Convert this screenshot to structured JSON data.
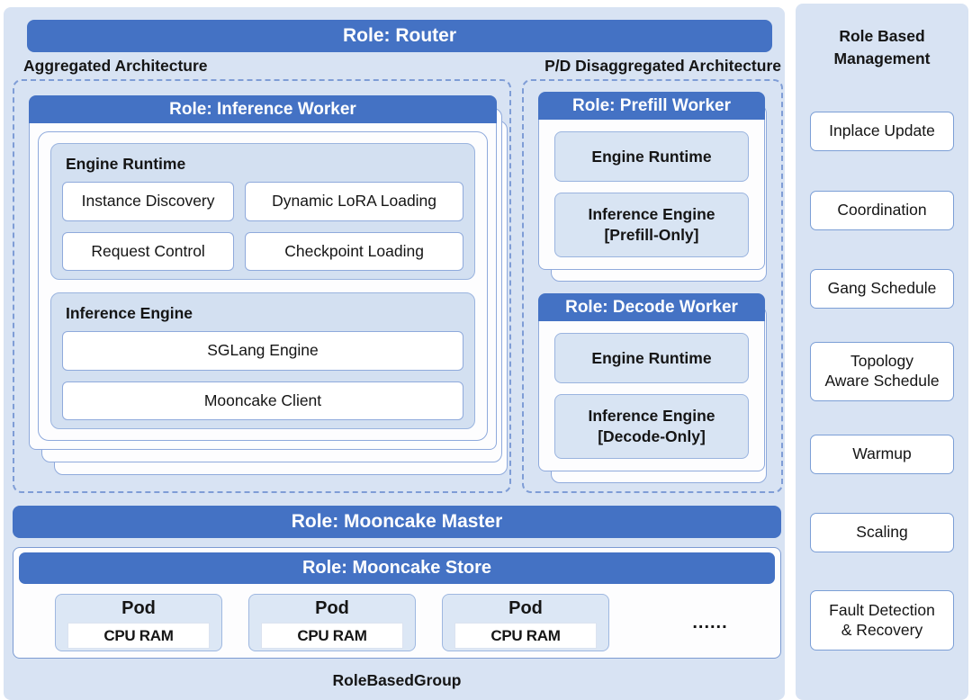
{
  "colors": {
    "accent_blue": "#4472C4",
    "panel_bg": "#D8E3F3",
    "section_card_bg": "#D3E0F1",
    "light_box_bg": "#D8E4F3",
    "border_blue": "#8FAADC",
    "dash_border": "#7F9DD6",
    "banner_text": "#FFFFFF",
    "text": "#151515"
  },
  "banners": {
    "router": "Role: Router",
    "inference_worker": "Role: Inference Worker",
    "prefill_worker": "Role: Prefill Worker",
    "decode_worker": "Role: Decode Worker",
    "mooncake_master": "Role: Mooncake Master",
    "mooncake_store": "Role: Mooncake Store"
  },
  "labels": {
    "aggregated": "Aggregated Architecture",
    "pd_disaggregated": "P/D Disaggregated Architecture",
    "role_based_group": "RoleBasedGroup",
    "ellipsis": "......"
  },
  "inference_worker": {
    "engine_runtime": {
      "title": "Engine Runtime",
      "items": [
        "Instance Discovery",
        "Dynamic LoRA Loading",
        "Request Control",
        "Checkpoint Loading"
      ]
    },
    "inference_engine": {
      "title": "Inference Engine",
      "items": [
        "SGLang Engine",
        "Mooncake Client"
      ]
    }
  },
  "prefill_worker": {
    "boxes": [
      "Engine Runtime",
      "Inference Engine\n[Prefill-Only]"
    ]
  },
  "decode_worker": {
    "boxes": [
      "Engine Runtime",
      "Inference Engine\n[Decode-Only]"
    ]
  },
  "store": {
    "pods": [
      {
        "title": "Pod",
        "ram": "CPU RAM"
      },
      {
        "title": "Pod",
        "ram": "CPU RAM"
      },
      {
        "title": "Pod",
        "ram": "CPU RAM"
      }
    ]
  },
  "sidebar": {
    "title": "Role Based\nManagement",
    "items": [
      "Inplace Update",
      "Coordination",
      "Gang Schedule",
      "Topology\nAware Schedule",
      "Warmup",
      "Scaling",
      "Fault Detection\n& Recovery"
    ]
  }
}
